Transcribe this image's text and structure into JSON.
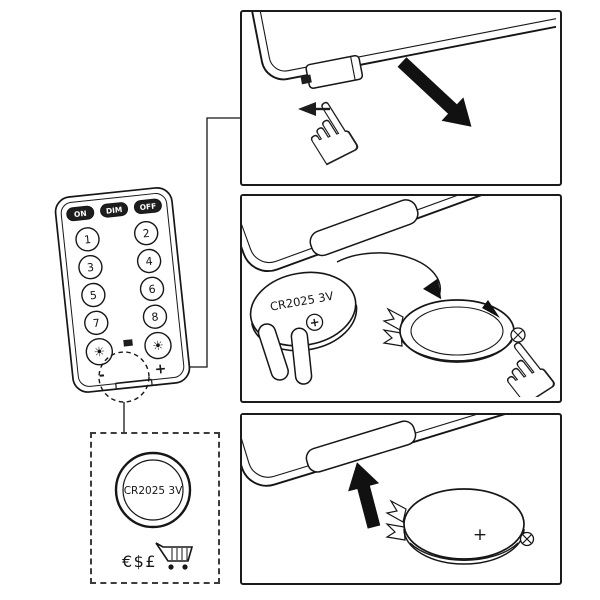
{
  "colors": {
    "ink": "#161616"
  },
  "icons": {
    "pointing_hand": "☝",
    "sun_brightness": "☀"
  },
  "remote": {
    "button_on": "ON",
    "button_mode": "DIM",
    "button_off": "OFF",
    "numbers": [
      "1",
      "2",
      "3",
      "4",
      "5",
      "6",
      "7",
      "8"
    ],
    "dial_minus": "-",
    "dial_plus": "+"
  },
  "step2": {
    "battery_label": "CR2025 3V",
    "battery_plus": "+"
  },
  "step3": {
    "battery_plus": "+"
  },
  "purchase": {
    "battery_label": "CR2025 3V",
    "currencies": "€$£"
  }
}
